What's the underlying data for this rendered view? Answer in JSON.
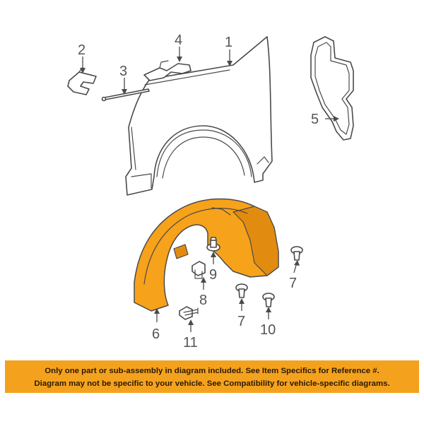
{
  "callouts": {
    "c1": "1",
    "c2": "2",
    "c3": "3",
    "c4": "4",
    "c5": "5",
    "c6": "6",
    "c7a": "7",
    "c7b": "7",
    "c8": "8",
    "c9": "9",
    "c10": "10",
    "c11": "11"
  },
  "notice": {
    "line1": "Only one part or sub-assembly in diagram included. See Item Specifics for Reference #.",
    "line2": "Diagram may not be specific to your vehicle. See Compatibility for vehicle-specific diagrams."
  },
  "colors": {
    "highlight": "#f7a21b",
    "banner": "#f4a21e",
    "line_art": "#4a4a4a"
  }
}
